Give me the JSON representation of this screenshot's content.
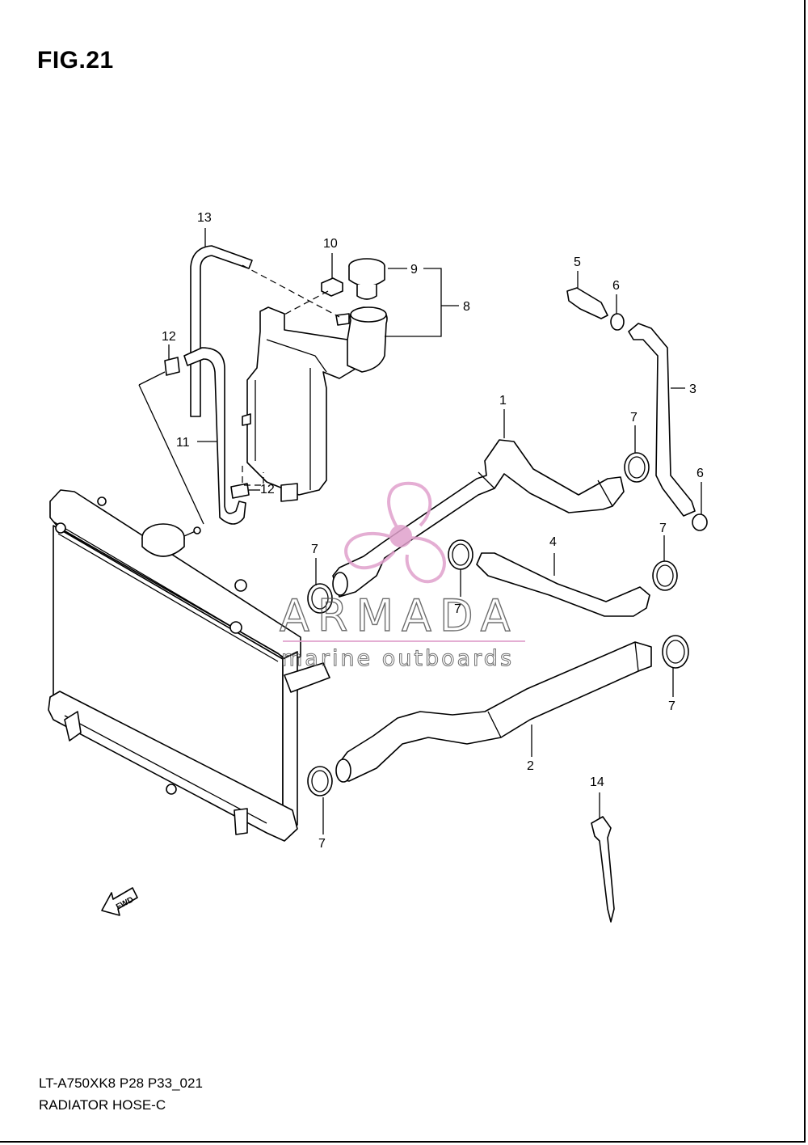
{
  "figure": {
    "title": "FIG.21",
    "code": "LT-A750XK8 P28 P33_021",
    "caption": "RADIATOR HOSE-C"
  },
  "watermark": {
    "brand": "ARMADA",
    "tagline": "marine outboards",
    "accent_color": "#e0a0cc"
  },
  "fwd_label": "FWD",
  "callouts": [
    {
      "id": "c1",
      "text": "1"
    },
    {
      "id": "c2",
      "text": "2"
    },
    {
      "id": "c3",
      "text": "3"
    },
    {
      "id": "c4",
      "text": "4"
    },
    {
      "id": "c5",
      "text": "5"
    },
    {
      "id": "c6a",
      "text": "6"
    },
    {
      "id": "c6b",
      "text": "6"
    },
    {
      "id": "c7a",
      "text": "7"
    },
    {
      "id": "c7b",
      "text": "7"
    },
    {
      "id": "c7c",
      "text": "7"
    },
    {
      "id": "c7d",
      "text": "7"
    },
    {
      "id": "c7e",
      "text": "7"
    },
    {
      "id": "c7f",
      "text": "7"
    },
    {
      "id": "c7g",
      "text": "7"
    },
    {
      "id": "c8",
      "text": "8"
    },
    {
      "id": "c9",
      "text": "9"
    },
    {
      "id": "c10",
      "text": "10"
    },
    {
      "id": "c11",
      "text": "11"
    },
    {
      "id": "c12a",
      "text": "12"
    },
    {
      "id": "c12b",
      "text": "12"
    },
    {
      "id": "c13",
      "text": "13"
    },
    {
      "id": "c14",
      "text": "14"
    }
  ]
}
